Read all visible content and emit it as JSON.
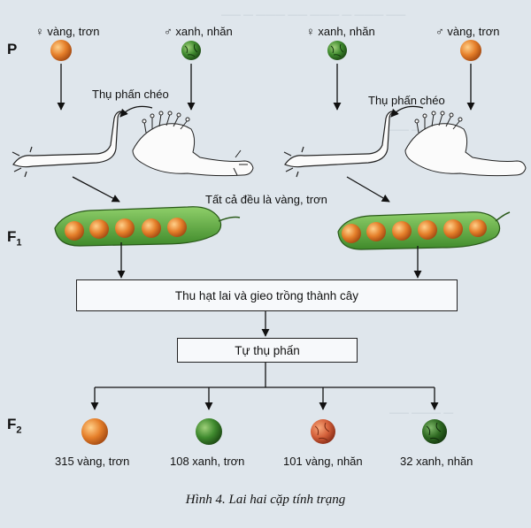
{
  "generations": {
    "p": "P",
    "f1": "F",
    "f1_sub": "1",
    "f2": "F",
    "f2_sub": "2"
  },
  "parents": [
    {
      "label": "♀ vàng, trơn",
      "color": "#e07a2a"
    },
    {
      "label": "♂ xanh, nhăn",
      "color": "#3c7a2c"
    },
    {
      "label": "♀ xanh, nhăn",
      "color": "#3c7a2c"
    },
    {
      "label": "♂ vàng, trơn",
      "color": "#e07a2a"
    }
  ],
  "pollination_label": "Thụ phấn chéo",
  "f1_note": "Tất cả đều là vàng, trơn",
  "box1": "Thu hạt lai và gieo trồng thành cây",
  "box2": "Tự thụ phấn",
  "f2": [
    {
      "label": "315 vàng, trơn",
      "color": "#e0782c"
    },
    {
      "label": "108 xanh, trơn",
      "color": "#4a8a30"
    },
    {
      "label": "101 vàng, nhăn",
      "color": "#d9653a"
    },
    {
      "label": "32 xanh, nhăn",
      "color": "#3a7028"
    }
  ],
  "caption": "Hình 4. Lai hai cặp tính trạng"
}
